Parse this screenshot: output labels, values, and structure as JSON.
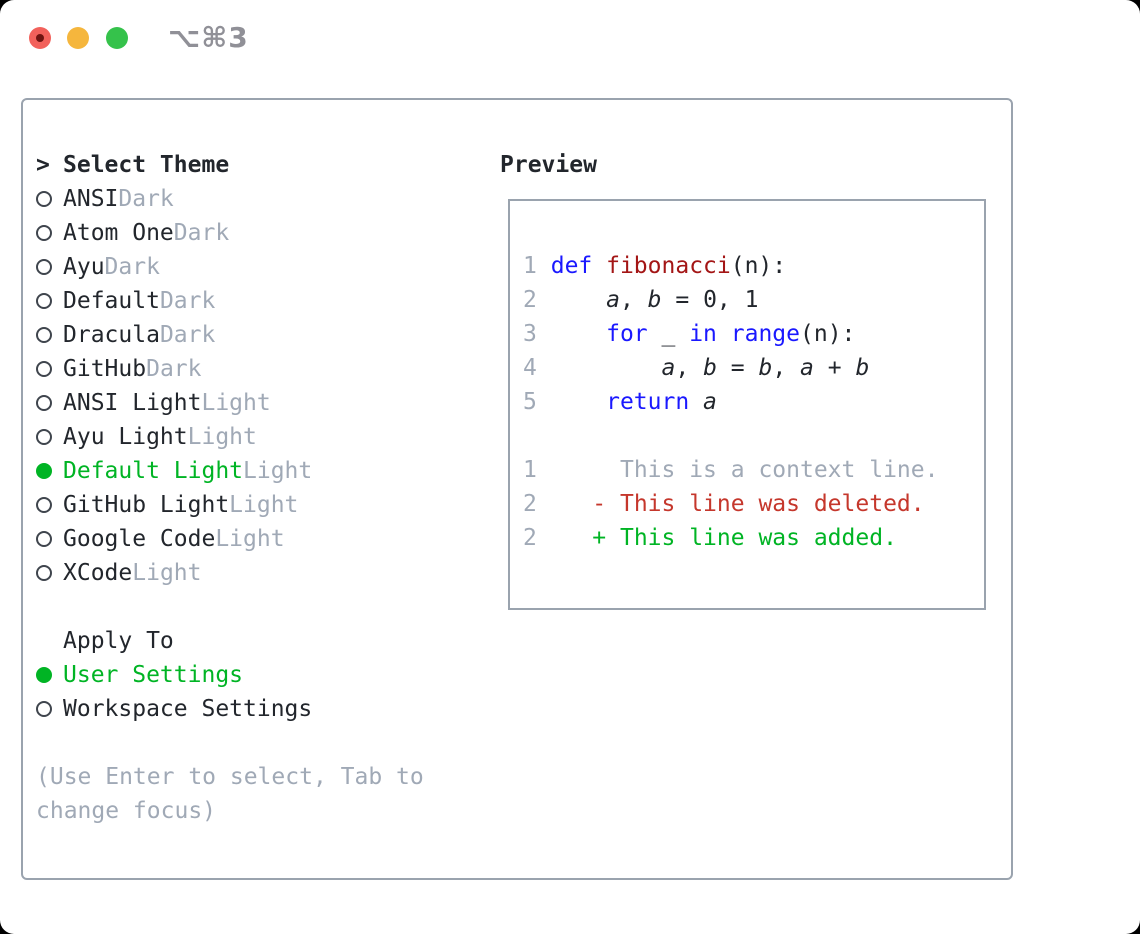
{
  "window": {
    "shortcut_label": "⌥⌘3"
  },
  "theme_picker": {
    "prompt": ">",
    "title": "Select Theme",
    "items": [
      {
        "name": "ANSI",
        "variant": "Dark",
        "selected": false
      },
      {
        "name": "Atom One",
        "variant": "Dark",
        "selected": false
      },
      {
        "name": "Ayu",
        "variant": "Dark",
        "selected": false
      },
      {
        "name": "Default",
        "variant": "Dark",
        "selected": false
      },
      {
        "name": "Dracula",
        "variant": "Dark",
        "selected": false
      },
      {
        "name": "GitHub",
        "variant": "Dark",
        "selected": false
      },
      {
        "name": "ANSI Light",
        "variant": "Light",
        "selected": false
      },
      {
        "name": "Ayu Light",
        "variant": "Light",
        "selected": false
      },
      {
        "name": "Default Light",
        "variant": "Light",
        "selected": true
      },
      {
        "name": "GitHub Light",
        "variant": "Light",
        "selected": false
      },
      {
        "name": "Google Code",
        "variant": "Light",
        "selected": false
      },
      {
        "name": "XCode",
        "variant": "Light",
        "selected": false
      }
    ]
  },
  "apply_to": {
    "title": "Apply To",
    "options": [
      {
        "label": "User Settings",
        "selected": true
      },
      {
        "label": "Workspace Settings",
        "selected": false
      }
    ]
  },
  "help_text": "(Use Enter to select, Tab to change focus)",
  "preview": {
    "title": "Preview",
    "code_lines": [
      {
        "num": "1",
        "tokens": [
          [
            "kw",
            "def "
          ],
          [
            "fn",
            "fibonacci"
          ],
          [
            "pl",
            "(n):"
          ]
        ]
      },
      {
        "num": "2",
        "tokens": [
          [
            "pl",
            "    "
          ],
          [
            "id",
            "a"
          ],
          [
            "pl",
            ", "
          ],
          [
            "id",
            "b"
          ],
          [
            "pl",
            " = 0, 1"
          ]
        ]
      },
      {
        "num": "3",
        "tokens": [
          [
            "pl",
            "    "
          ],
          [
            "kw",
            "for"
          ],
          [
            "pl",
            " _ "
          ],
          [
            "kw",
            "in"
          ],
          [
            "pl",
            " "
          ],
          [
            "kw",
            "range"
          ],
          [
            "pl",
            "(n):"
          ]
        ]
      },
      {
        "num": "4",
        "tokens": [
          [
            "pl",
            "        "
          ],
          [
            "id",
            "a"
          ],
          [
            "pl",
            ", "
          ],
          [
            "id",
            "b"
          ],
          [
            "pl",
            " = "
          ],
          [
            "id",
            "b"
          ],
          [
            "pl",
            ", "
          ],
          [
            "id",
            "a"
          ],
          [
            "pl",
            " + "
          ],
          [
            "id",
            "b"
          ]
        ]
      },
      {
        "num": "5",
        "tokens": [
          [
            "pl",
            "    "
          ],
          [
            "kw",
            "return "
          ],
          [
            "id",
            "a"
          ]
        ]
      }
    ],
    "diff_lines": [
      {
        "num": "1",
        "marker": " ",
        "type": "context",
        "text": "This is a context line."
      },
      {
        "num": "2",
        "marker": "-",
        "type": "deleted",
        "text": "This line was deleted."
      },
      {
        "num": "2",
        "marker": "+",
        "type": "added",
        "text": "This line was added."
      }
    ]
  },
  "colors": {
    "text": "#22262c",
    "muted_gray": "#a0a9b6",
    "border_gray": "#9aa3ae",
    "accent_green": "#00b424",
    "diff_red": "#c5372c",
    "keyword_blue": "#1a18ff",
    "function_dark_red": "#a31515",
    "traffic_red": "#f2615b",
    "traffic_yellow": "#f5b63d",
    "traffic_green": "#35c24b"
  }
}
